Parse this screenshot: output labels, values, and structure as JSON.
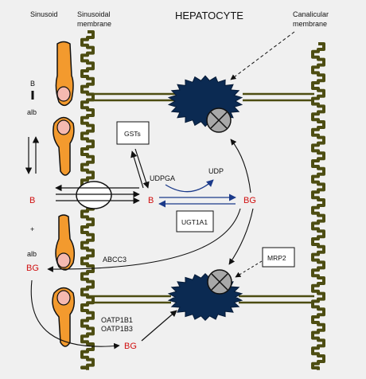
{
  "labels": {
    "sinusoid": "Sinusoid",
    "sinusoidal_membrane_1": "Sinusoidal",
    "sinusoidal_membrane_2": "membrane",
    "hepatocyte": "HEPATOCYTE",
    "canalicular_membrane_1": "Canalicular",
    "canalicular_membrane_2": "membrane"
  },
  "left_column": {
    "b_top": "B",
    "alb_top": "alb",
    "b_mid": "B",
    "plus": "+",
    "alb_bottom": "alb",
    "bg_left": "BG"
  },
  "center": {
    "gsts": "GSTs",
    "udpga": "UDPGA",
    "udp": "UDP",
    "b_center": "B",
    "bg_center": "BG",
    "ugt1a1": "UGT1A1",
    "abcc3": "ABCC3",
    "mrp2": "MRP2",
    "oatp1b1": "OATP1B1",
    "oatp1b3": "OATP1B3",
    "bg_bottom": "BG"
  },
  "colors": {
    "background": "#f0f0f0",
    "bilirubin_red": "#d01010",
    "rbc_orange": "#f39a2e",
    "canaliculus_navy": "#0b2a52",
    "transporter_gray": "#a8a8a8",
    "arrow_blue": "#1b3a8a",
    "membrane_olive": "#5a5a1a"
  }
}
